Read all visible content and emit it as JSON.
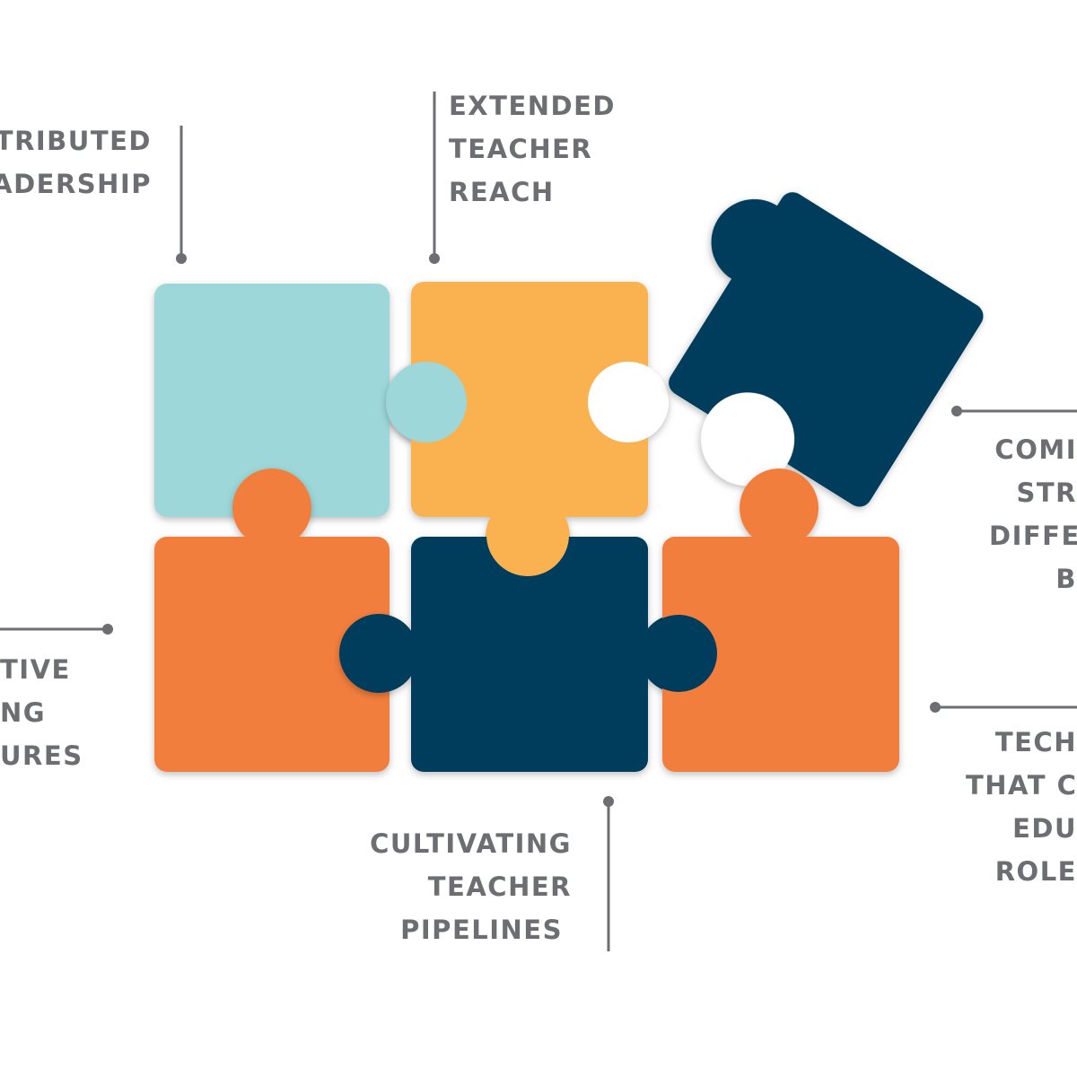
{
  "labels": {
    "distributed_leadership": [
      "TRIBUTED",
      "ADERSHIP"
    ],
    "extended_teacher_reach": [
      "EXTENDED",
      "TEACHER",
      "REACH"
    ],
    "collaborative_structures": [
      "TIVE",
      "NG",
      "URES"
    ],
    "cultivating_teacher_pipelines": [
      "CULTIVATING",
      "TEACHER",
      "PIPELINES"
    ],
    "community_strengths": [
      "COMI",
      "STR",
      "DIFFE",
      "B"
    ],
    "tech_roles": [
      "TECH",
      "THAT C",
      "EDU",
      "ROLE"
    ]
  },
  "colors": {
    "teal": "#9dd7d9",
    "yellow": "#f9b24f",
    "navy": "#003c5b",
    "orange": "#f27e3d",
    "connector": "#6d6e71",
    "text": "#6d6e71"
  }
}
